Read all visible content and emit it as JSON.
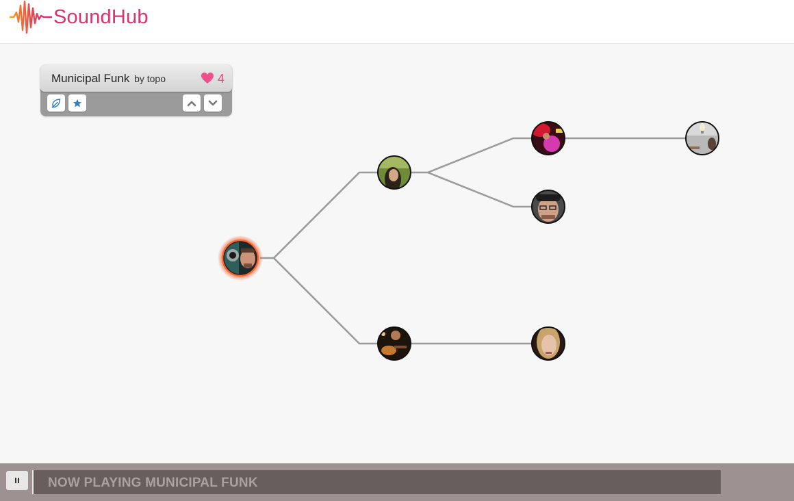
{
  "app": {
    "name": "SoundHub",
    "brand_color": "#d8336f"
  },
  "track": {
    "title": "Municipal Funk",
    "by": "by topo",
    "likes": "4",
    "heart_color": "#f0508a",
    "buttons": [
      {
        "icon": "leaf-icon"
      },
      {
        "icon": "star-icon"
      },
      {
        "icon": "chevron-up-icon"
      },
      {
        "icon": "chevron-down-icon"
      }
    ]
  },
  "tree": {
    "line_color": "#9a9a9a",
    "active_ring_color": "#f26b3a",
    "nodes": [
      {
        "id": "root",
        "avatar": "avatar-headphones-man",
        "active": true
      },
      {
        "id": "branch-top",
        "avatar": "avatar-woman-green"
      },
      {
        "id": "branch-top-a",
        "avatar": "avatar-pink-performer"
      },
      {
        "id": "branch-top-a-1",
        "avatar": "avatar-lightbulb"
      },
      {
        "id": "branch-top-b",
        "avatar": "avatar-man-glasses-cap"
      },
      {
        "id": "branch-bottom",
        "avatar": "avatar-guitarist"
      },
      {
        "id": "branch-bottom-a",
        "avatar": "avatar-blonde-woman"
      }
    ]
  },
  "player": {
    "now_playing": "NOW PLAYING MUNICIPAL FUNK",
    "state_icon": "pause-icon"
  }
}
